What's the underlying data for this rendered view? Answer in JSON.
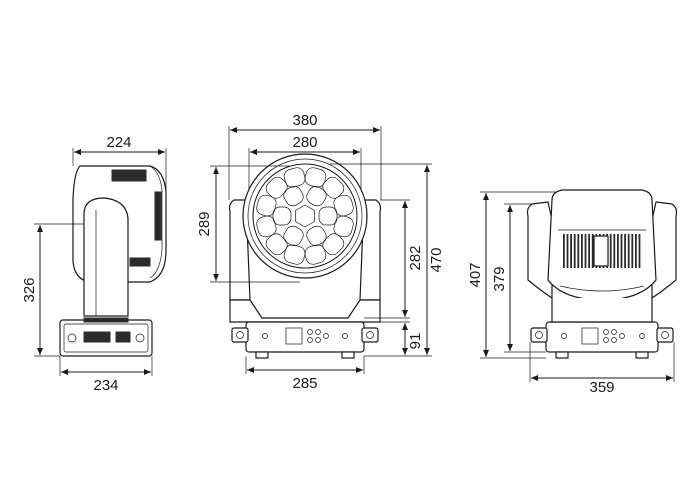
{
  "dimensions": {
    "side_top_width": "224",
    "side_base_width": "234",
    "side_height": "326",
    "front_overall_width": "380",
    "front_lens_width": "280",
    "front_lens_height": "289",
    "front_head_height": "282",
    "front_total_height": "470",
    "front_base_height": "91",
    "front_base_width": "285",
    "back_total_height": "407",
    "back_head_height": "379",
    "back_base_width": "359"
  },
  "colors": {
    "line": "#1a1a1a",
    "fill": "#ffffff",
    "dark": "#2b2b2b"
  }
}
